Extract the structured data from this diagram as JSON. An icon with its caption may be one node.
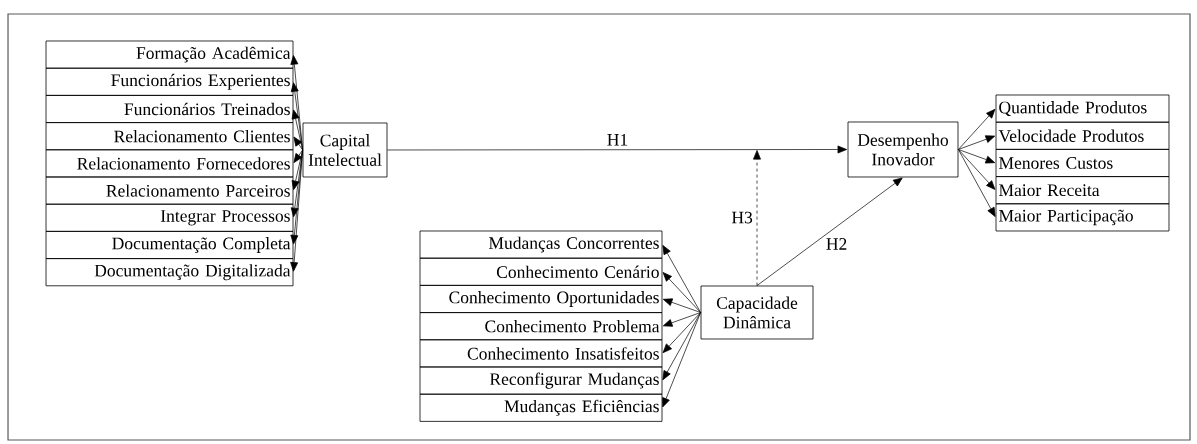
{
  "diagram": {
    "nodes": [
      {
        "text": [
          "Formação Acadêmica"
        ]
      },
      {
        "text": [
          "Funcionários Experientes"
        ]
      },
      {
        "text": [
          "Funcionários Treinados"
        ]
      },
      {
        "text": [
          "Relacionamento Clientes"
        ]
      },
      {
        "text": [
          "Relacionamento Fornecedores"
        ]
      },
      {
        "text": [
          "Relacionamento Parceiros"
        ]
      },
      {
        "text": [
          "Integrar Processos"
        ]
      },
      {
        "text": [
          "Documentação Completa"
        ]
      },
      {
        "text": [
          "Documentação Digitalizada"
        ]
      },
      {
        "text": [
          "Capital Intelectual"
        ]
      },
      {
        "text": [
          "Desempenho Inovador"
        ]
      },
      {
        "text": [
          "Quantidade Produtos"
        ]
      },
      {
        "text": [
          "Velocidade Produtos"
        ]
      },
      {
        "text": [
          "Menores Custos"
        ]
      },
      {
        "text": [
          "Maior Receita"
        ]
      },
      {
        "text": [
          "Maior Participação"
        ]
      },
      {
        "text": [
          "Mudanças Concorrentes"
        ]
      },
      {
        "text": [
          "Conhecimento Cenário"
        ]
      },
      {
        "text": [
          "Conhecimento Oportunidades"
        ]
      },
      {
        "text": [
          "Conhecimento Problema"
        ]
      },
      {
        "text": [
          "Conhecimento Insatisfeitos"
        ]
      },
      {
        "text": [
          "Reconfigurar Mudanças"
        ]
      },
      {
        "text": [
          "Mudanças Eficiências"
        ]
      },
      {
        "text": [
          "Capacidade Dinâmica"
        ]
      }
    ],
    "edges": [
      {
        "from": 9,
        "to": 0,
        "arrow": "to"
      },
      {
        "from": 9,
        "to": 1,
        "arrow": "to"
      },
      {
        "from": 9,
        "to": 2,
        "arrow": "to"
      },
      {
        "from": 9,
        "to": 3,
        "arrow": "to"
      },
      {
        "from": 9,
        "to": 4,
        "arrow": "to"
      },
      {
        "from": 9,
        "to": 5,
        "arrow": "to"
      },
      {
        "from": 9,
        "to": 6,
        "arrow": "to"
      },
      {
        "from": 9,
        "to": 7,
        "arrow": "to"
      },
      {
        "from": 9,
        "to": 8,
        "arrow": "to"
      },
      {
        "from": 9,
        "to": 10,
        "arrow": "to",
        "label": "H1"
      },
      {
        "from": 23,
        "to": 10,
        "arrow": "to",
        "label": "H2"
      },
      {
        "from": 23,
        "to": null,
        "arrow": "to",
        "label": "H3",
        "style": "dashed"
      },
      {
        "from": 10,
        "to": 11,
        "arrow": "to"
      },
      {
        "from": 10,
        "to": 12,
        "arrow": "to"
      },
      {
        "from": 10,
        "to": 13,
        "arrow": "to"
      },
      {
        "from": 10,
        "to": 14,
        "arrow": "to"
      },
      {
        "from": 10,
        "to": 15,
        "arrow": "to"
      },
      {
        "from": 23,
        "to": 16,
        "arrow": "to"
      },
      {
        "from": 23,
        "to": 17,
        "arrow": "to"
      },
      {
        "from": 23,
        "to": 18,
        "arrow": "to"
      },
      {
        "from": 23,
        "to": 19,
        "arrow": "to"
      },
      {
        "from": 23,
        "to": 20,
        "arrow": "to"
      },
      {
        "from": 23,
        "to": 21,
        "arrow": "to"
      },
      {
        "from": 23,
        "to": 22,
        "arrow": "to"
      }
    ]
  }
}
